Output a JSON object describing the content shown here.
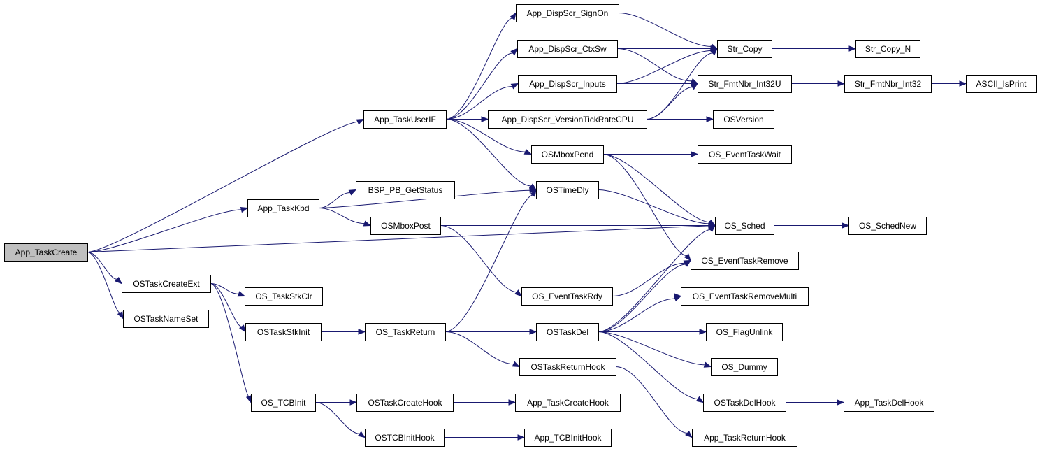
{
  "diagram": {
    "colors": {
      "edge": "#191970",
      "node_fill": "#ffffff",
      "root_fill": "#bfbfbf",
      "border": "#000000"
    },
    "nodes": [
      {
        "id": "App_TaskCreate",
        "label": "App_TaskCreate",
        "root": true
      },
      {
        "id": "App_TaskUserIF",
        "label": "App_TaskUserIF"
      },
      {
        "id": "App_TaskKbd",
        "label": "App_TaskKbd"
      },
      {
        "id": "OSTaskCreateExt",
        "label": "OSTaskCreateExt"
      },
      {
        "id": "OSTaskNameSet",
        "label": "OSTaskNameSet"
      },
      {
        "id": "App_DispScr_SignOn",
        "label": "App_DispScr_SignOn"
      },
      {
        "id": "App_DispScr_CtxSw",
        "label": "App_DispScr_CtxSw"
      },
      {
        "id": "App_DispScr_Inputs",
        "label": "App_DispScr_Inputs"
      },
      {
        "id": "App_DispScr_VersionTickRateCPU",
        "label": "App_DispScr_VersionTickRateCPU"
      },
      {
        "id": "OSMboxPend",
        "label": "OSMboxPend"
      },
      {
        "id": "OSTimeDly",
        "label": "OSTimeDly"
      },
      {
        "id": "BSP_PB_GetStatus",
        "label": "BSP_PB_GetStatus"
      },
      {
        "id": "OSMboxPost",
        "label": "OSMboxPost"
      },
      {
        "id": "Str_Copy",
        "label": "Str_Copy"
      },
      {
        "id": "Str_Copy_N",
        "label": "Str_Copy_N"
      },
      {
        "id": "Str_FmtNbr_Int32U",
        "label": "Str_FmtNbr_Int32U"
      },
      {
        "id": "Str_FmtNbr_Int32",
        "label": "Str_FmtNbr_Int32"
      },
      {
        "id": "ASCII_IsPrint",
        "label": "ASCII_IsPrint"
      },
      {
        "id": "OSVersion",
        "label": "OSVersion"
      },
      {
        "id": "OS_EventTaskWait",
        "label": "OS_EventTaskWait"
      },
      {
        "id": "OS_Sched",
        "label": "OS_Sched"
      },
      {
        "id": "OS_SchedNew",
        "label": "OS_SchedNew"
      },
      {
        "id": "OS_EventTaskRemove",
        "label": "OS_EventTaskRemove"
      },
      {
        "id": "OS_EventTaskRdy",
        "label": "OS_EventTaskRdy"
      },
      {
        "id": "OS_EventTaskRemoveMulti",
        "label": "OS_EventTaskRemoveMulti"
      },
      {
        "id": "OS_TaskStkClr",
        "label": "OS_TaskStkClr"
      },
      {
        "id": "OSTaskStkInit",
        "label": "OSTaskStkInit"
      },
      {
        "id": "OS_TaskReturn",
        "label": "OS_TaskReturn"
      },
      {
        "id": "OSTaskDel",
        "label": "OSTaskDel"
      },
      {
        "id": "OS_FlagUnlink",
        "label": "OS_FlagUnlink"
      },
      {
        "id": "OS_Dummy",
        "label": "OS_Dummy"
      },
      {
        "id": "OSTaskReturnHook",
        "label": "OSTaskReturnHook"
      },
      {
        "id": "OSTaskDelHook",
        "label": "OSTaskDelHook"
      },
      {
        "id": "App_TaskDelHook",
        "label": "App_TaskDelHook"
      },
      {
        "id": "App_TaskReturnHook",
        "label": "App_TaskReturnHook"
      },
      {
        "id": "OS_TCBInit",
        "label": "OS_TCBInit"
      },
      {
        "id": "OSTaskCreateHook",
        "label": "OSTaskCreateHook"
      },
      {
        "id": "App_TaskCreateHook",
        "label": "App_TaskCreateHook"
      },
      {
        "id": "OSTCBInitHook",
        "label": "OSTCBInitHook"
      },
      {
        "id": "App_TCBInitHook",
        "label": "App_TCBInitHook"
      }
    ],
    "edges": [
      [
        "App_TaskCreate",
        "App_TaskUserIF"
      ],
      [
        "App_TaskCreate",
        "App_TaskKbd"
      ],
      [
        "App_TaskCreate",
        "OS_Sched"
      ],
      [
        "App_TaskCreate",
        "OSTaskCreateExt"
      ],
      [
        "App_TaskCreate",
        "OSTaskNameSet"
      ],
      [
        "App_TaskUserIF",
        "App_DispScr_SignOn"
      ],
      [
        "App_TaskUserIF",
        "App_DispScr_CtxSw"
      ],
      [
        "App_TaskUserIF",
        "App_DispScr_Inputs"
      ],
      [
        "App_TaskUserIF",
        "App_DispScr_VersionTickRateCPU"
      ],
      [
        "App_TaskUserIF",
        "OSMboxPend"
      ],
      [
        "App_TaskUserIF",
        "OSTimeDly"
      ],
      [
        "App_DispScr_SignOn",
        "Str_Copy"
      ],
      [
        "App_DispScr_CtxSw",
        "Str_Copy"
      ],
      [
        "App_DispScr_CtxSw",
        "Str_FmtNbr_Int32U"
      ],
      [
        "App_DispScr_Inputs",
        "Str_Copy"
      ],
      [
        "App_DispScr_Inputs",
        "Str_FmtNbr_Int32U"
      ],
      [
        "App_DispScr_VersionTickRateCPU",
        "Str_Copy"
      ],
      [
        "App_DispScr_VersionTickRateCPU",
        "Str_FmtNbr_Int32U"
      ],
      [
        "App_DispScr_VersionTickRateCPU",
        "OSVersion"
      ],
      [
        "Str_Copy",
        "Str_Copy_N"
      ],
      [
        "Str_FmtNbr_Int32U",
        "Str_FmtNbr_Int32"
      ],
      [
        "Str_FmtNbr_Int32",
        "ASCII_IsPrint"
      ],
      [
        "OSMboxPend",
        "OS_EventTaskWait"
      ],
      [
        "OSMboxPend",
        "OS_Sched"
      ],
      [
        "OSMboxPend",
        "OS_EventTaskRemove"
      ],
      [
        "App_TaskKbd",
        "OSTimeDly"
      ],
      [
        "App_TaskKbd",
        "BSP_PB_GetStatus"
      ],
      [
        "App_TaskKbd",
        "OSMboxPost"
      ],
      [
        "OSTimeDly",
        "OS_Sched"
      ],
      [
        "OSMboxPost",
        "OS_Sched"
      ],
      [
        "OSMboxPost",
        "OS_EventTaskRdy"
      ],
      [
        "OS_Sched",
        "OS_SchedNew"
      ],
      [
        "OS_EventTaskRdy",
        "OS_EventTaskRemove"
      ],
      [
        "OS_EventTaskRdy",
        "OS_EventTaskRemoveMulti"
      ],
      [
        "OSTaskCreateExt",
        "OS_TaskStkClr"
      ],
      [
        "OSTaskCreateExt",
        "OSTaskStkInit"
      ],
      [
        "OSTaskCreateExt",
        "OS_TCBInit"
      ],
      [
        "OSTaskStkInit",
        "OS_TaskReturn"
      ],
      [
        "OS_TaskReturn",
        "OSTimeDly"
      ],
      [
        "OS_TaskReturn",
        "OSTaskDel"
      ],
      [
        "OS_TaskReturn",
        "OSTaskReturnHook"
      ],
      [
        "OSTaskDel",
        "OS_Sched"
      ],
      [
        "OSTaskDel",
        "OS_EventTaskRemove"
      ],
      [
        "OSTaskDel",
        "OS_EventTaskRemoveMulti"
      ],
      [
        "OSTaskDel",
        "OS_FlagUnlink"
      ],
      [
        "OSTaskDel",
        "OS_Dummy"
      ],
      [
        "OSTaskDel",
        "OSTaskDelHook"
      ],
      [
        "OSTaskDelHook",
        "App_TaskDelHook"
      ],
      [
        "OSTaskReturnHook",
        "App_TaskReturnHook"
      ],
      [
        "OS_TCBInit",
        "OSTaskCreateHook"
      ],
      [
        "OS_TCBInit",
        "OSTCBInitHook"
      ],
      [
        "OSTaskCreateHook",
        "App_TaskCreateHook"
      ],
      [
        "OSTCBInitHook",
        "App_TCBInitHook"
      ]
    ]
  }
}
